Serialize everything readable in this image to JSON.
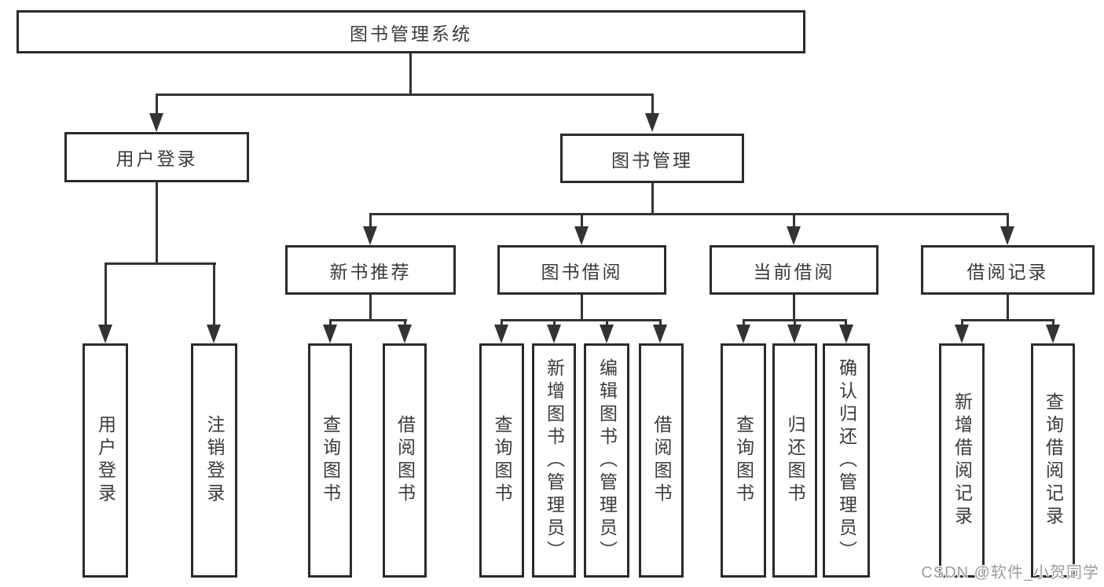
{
  "nodes": {
    "root": "图书管理系统",
    "user_login": "用户登录",
    "book_management": "图书管理",
    "new_book_recommendation": "新书推荐",
    "book_borrowing": "图书借阅",
    "current_borrowing": "当前借阅",
    "borrowing_records": "借阅记录"
  },
  "leaves": {
    "user_login": [
      "用户登录",
      "注销登录"
    ],
    "new_book_recommendation": [
      "查询图书",
      "借阅图书"
    ],
    "book_borrowing": [
      "查询图书",
      "新增图书（管理员）",
      "编辑图书（管理员）",
      "借阅图书"
    ],
    "current_borrowing": [
      "查询图书",
      "归还图书",
      "确认归还（管理员）"
    ],
    "borrowing_records": [
      "新增借阅记录",
      "查询借阅记录"
    ]
  },
  "watermark": "CSDN @软件_小贺同学",
  "colors": {
    "line": "#333333",
    "border": "#2b2b2b",
    "text": "#3a3a3a",
    "watermark": "#9c9c9c",
    "background": "#ffffff"
  }
}
